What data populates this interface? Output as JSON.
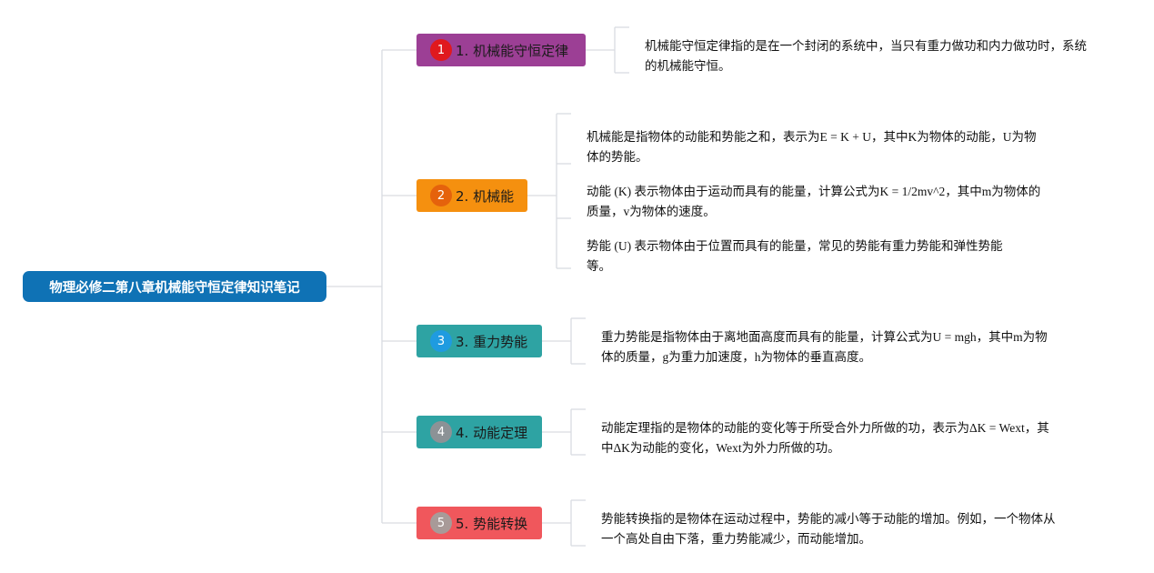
{
  "root": {
    "title": "物理必修二第八章机械能守恒定律知识笔记"
  },
  "branches": [
    {
      "label": "1. 机械能守恒定律",
      "badge": "1",
      "color": "#9c3f95",
      "badge_color": "#e0191e",
      "leaves": [
        "机械能守恒定律指的是在一个封闭的系统中，当只有重力做功和内力做功时，系统的机械能守恒。"
      ]
    },
    {
      "label": "2. 机械能",
      "badge": "2",
      "color": "#f5900f",
      "badge_color": "#e5620c",
      "leaves": [
        "机械能是指物体的动能和势能之和，表示为E = K + U，其中K为物体的动能，U为物体的势能。",
        "动能 (K) 表示物体由于运动而具有的能量，计算公式为K = 1/2mv^2，其中m为物体的质量，v为物体的速度。",
        "势能 (U) 表示物体由于位置而具有的能量，常见的势能有重力势能和弹性势能等。"
      ]
    },
    {
      "label": "3. 重力势能",
      "badge": "3",
      "color": "#2ea3a3",
      "badge_color": "#1f9be0",
      "leaves": [
        "重力势能是指物体由于离地面高度而具有的能量，计算公式为U = mgh，其中m为物体的质量，g为重力加速度，h为物体的垂直高度。"
      ]
    },
    {
      "label": "4. 动能定理",
      "badge": "4",
      "color": "#2ea3a3",
      "badge_color": "#8c9296",
      "leaves": [
        "动能定理指的是物体的动能的变化等于所受合外力所做的功，表示为ΔK = Wext，其中ΔK为动能的变化，Wext为外力所做的功。"
      ]
    },
    {
      "label": "5. 势能转换",
      "badge": "5",
      "color": "#f0575c",
      "badge_color": "#a89a98",
      "leaves": [
        "势能转换指的是物体在运动过程中，势能的减小等于动能的增加。例如，一个物体从一个高处自由下落，重力势能减少，而动能增加。"
      ]
    }
  ]
}
